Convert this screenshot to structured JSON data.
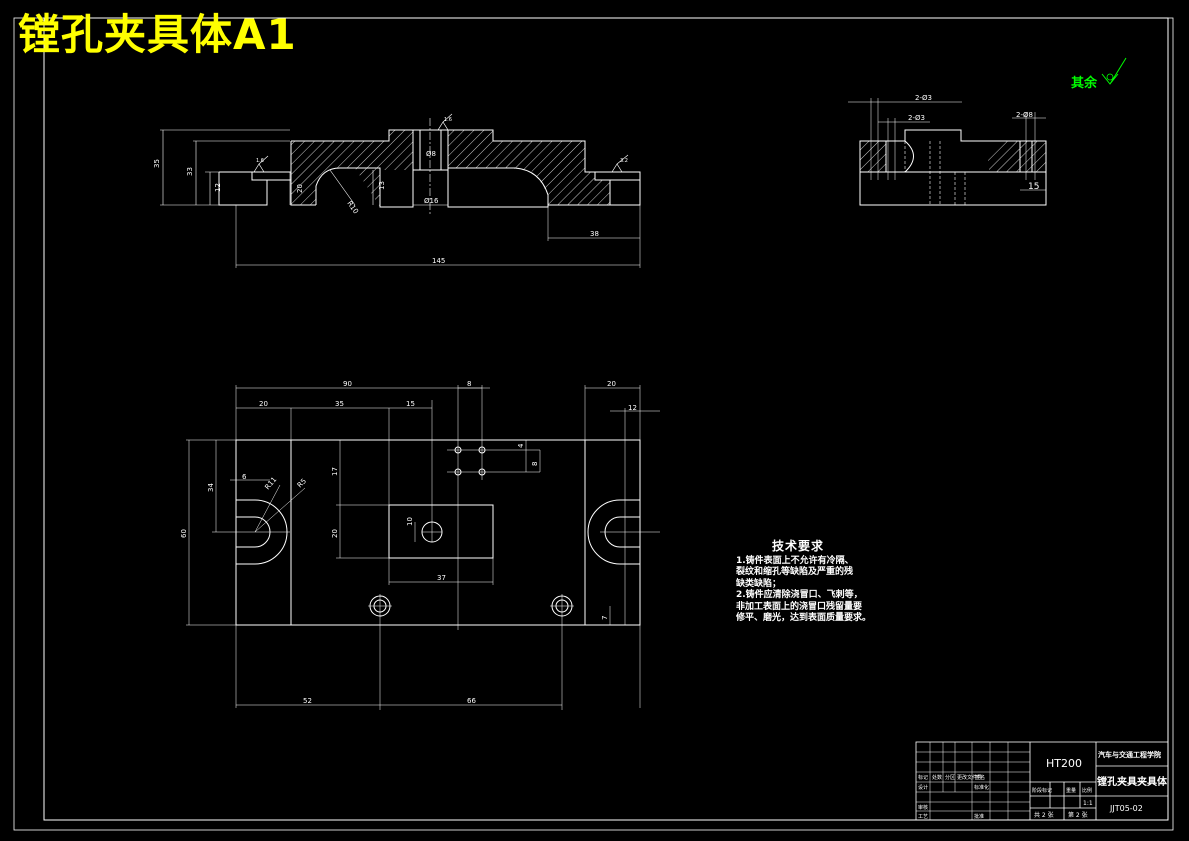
{
  "drawing": {
    "title": "镗孔夹具体A1",
    "roughness_note": "其余",
    "tech": {
      "heading": "技术要求",
      "lines": [
        "1.铸件表面上不允许有冷隔、",
        "裂纹和缩孔等缺陷及严重的残",
        "缺类缺陷；",
        "2.铸件应清除浇冒口、飞刺等，",
        "非加工表面上的浇冒口残留量要",
        "修平、磨光，达到表面质量要求。"
      ]
    },
    "dims": {
      "front": {
        "h35": "35",
        "h33": "33",
        "h12": "12",
        "h20": "20",
        "h13": "13",
        "r10": "R10",
        "d8": "Ø8",
        "d16": "Ø16",
        "w38": "38",
        "w145": "145",
        "ra1": "1.6",
        "ra2": "1.6",
        "ra3": "3.2"
      },
      "side": {
        "d1": "2-Ø3",
        "d2": "2-Ø3",
        "d3": "2-Ø8",
        "w15": "15"
      },
      "top": {
        "w90": "90",
        "w8": "8",
        "w20r": "20",
        "w12": "12",
        "w20": "20",
        "w35": "35",
        "w15": "15",
        "h8": "8",
        "h4": "4",
        "h34": "34",
        "w6": "6",
        "r11": "R11",
        "r5": "R5",
        "h17": "17",
        "h10": "10",
        "h20": "20",
        "h60": "60",
        "w37": "37",
        "h7": "7",
        "w52": "52",
        "w66": "66"
      }
    },
    "title_block": {
      "material": "HT200",
      "school": "汽车与交通工程学院",
      "part_name": "镗孔夹具夹具体",
      "drawing_no": "JJT05-02",
      "scale": "1:1",
      "sheets": "共 2 张",
      "sheet_no": "第 2 张",
      "labels": {
        "mark": "标记",
        "count": "处数",
        "zone": "分区",
        "change": "更改文件号",
        "sign": "签名",
        "design": "设计",
        "standard": "标准化",
        "check": "审核",
        "process": "工艺",
        "approve": "批准",
        "stage": "阶段标记",
        "weight": "重量",
        "scale_label": "比例"
      }
    },
    "colors": {
      "line": "#ffffff",
      "title": "#ffff00",
      "note": "#00ff00",
      "background": "#000000"
    }
  }
}
